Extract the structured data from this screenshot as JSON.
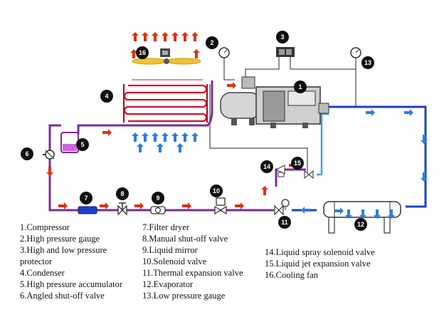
{
  "badges": [
    "1",
    "2",
    "3",
    "4",
    "5",
    "6",
    "7",
    "8",
    "9",
    "10",
    "11",
    "12",
    "13",
    "14",
    "15",
    "16"
  ],
  "legend": {
    "col1": [
      "1.Compressor",
      "2.High pressure gauge",
      "3.High and low pressure protector",
      "4.Condenser",
      "5.High pressure accumulator",
      "6.Angled shut-off valve"
    ],
    "col2": [
      "7.Filter dryer",
      "8.Manual shut-off valve",
      "9.Liquid mirror",
      "10.Solenoid valve",
      "11.Thermal expansion valve",
      "12.Evaporator",
      "13.Low pressure gauge"
    ],
    "col3": [
      "14.Liquid spray solenoid valve",
      "15.Liquid jet expansion valve",
      "16.Cooling fan"
    ]
  },
  "colors": {
    "high_pressure_line": "#7b2b9c",
    "low_pressure_line": "#1f3fc4",
    "injection_line": "#3aa6d8",
    "gauge_line": "#555555",
    "condenser_coil": "#d01030",
    "hot_arrow": "#e03010",
    "cold_arrow": "#2a7fe0",
    "badge": "#111111"
  },
  "icons": [
    "compressor-icon",
    "pressure-gauge-icon",
    "pressure-switch-icon",
    "condenser-coil-icon",
    "accumulator-icon",
    "shut-off-valve-icon",
    "filter-dryer-icon",
    "sight-glass-icon",
    "solenoid-valve-icon",
    "expansion-valve-icon",
    "evaporator-icon",
    "fan-icon",
    "flow-arrow-icon"
  ]
}
